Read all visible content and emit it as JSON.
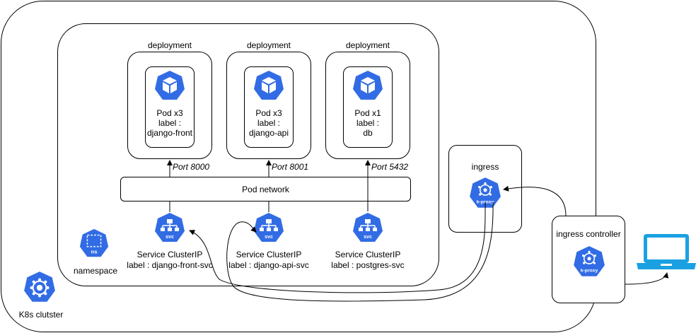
{
  "cluster": {
    "label": "K8s clutster"
  },
  "namespace": {
    "label": "namespace",
    "icon_text": "ns"
  },
  "deployments": [
    {
      "title": "deployment",
      "pod_lines": [
        "Pod x3",
        "label :",
        "django-front"
      ],
      "port": "Port 8000"
    },
    {
      "title": "deployment",
      "pod_lines": [
        "Pod x3",
        "label :",
        "django-api"
      ],
      "port": "Port 8001"
    },
    {
      "title": "deployment",
      "pod_lines": [
        "Pod x1",
        "label :",
        "db"
      ],
      "port": "Port 5432"
    }
  ],
  "pod_network": {
    "label": "Pod network"
  },
  "services": [
    {
      "icon_text": "svc",
      "line1": "Service ClusterIP",
      "line2": "label : django-front-svc"
    },
    {
      "icon_text": "svc",
      "line1": "Service ClusterIP",
      "line2": "label : django-api-svc"
    },
    {
      "icon_text": "svc",
      "line1": "Service ClusterIP",
      "line2": "label : postgres-svc"
    }
  ],
  "ingress": {
    "label": "ingress",
    "icon_text": "k-proxy"
  },
  "ingress_controller": {
    "label": "ingress controller",
    "icon_text": "k-proxy"
  },
  "colors": {
    "k8s_blue": "#326CE5",
    "laptop": "#1BA1E2",
    "stroke": "#000000"
  },
  "icons": {
    "pod": "cube-icon",
    "service": "network-tree-icon",
    "namespace": "dashed-square-icon",
    "cluster": "gear-cluster-icon",
    "proxy": "k-proxy-icon",
    "client": "laptop-icon"
  }
}
